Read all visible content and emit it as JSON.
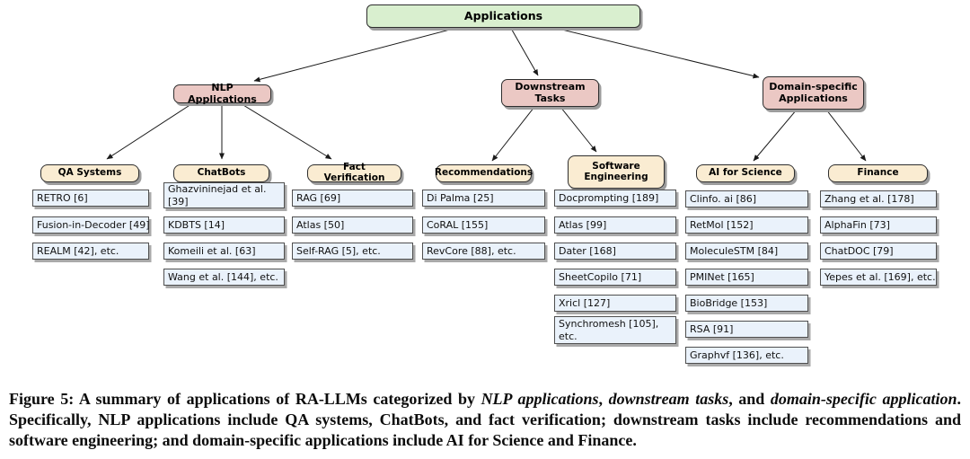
{
  "figure": {
    "root": {
      "label": "Applications"
    },
    "branches": [
      {
        "label": "NLP Applications"
      },
      {
        "label": "Downstream Tasks"
      },
      {
        "label": "Domain-specific Applications"
      }
    ],
    "groups": [
      {
        "category": "QA Systems",
        "items": [
          "RETRO [6]",
          "Fusion-in-Decoder [49]",
          "REALM [42], etc."
        ]
      },
      {
        "category": "ChatBots",
        "items": [
          "Ghazvininejad et al. [39]",
          "KDBTS [14]",
          "Komeili et al. [63]",
          "Wang et al. [144], etc."
        ]
      },
      {
        "category": "Fact Verification",
        "items": [
          "RAG [69]",
          "Atlas [50]",
          "Self-RAG [5], etc."
        ]
      },
      {
        "category": "Recommendations",
        "items": [
          "Di Palma [25]",
          "CoRAL [155]",
          "RevCore [88], etc."
        ]
      },
      {
        "category": "Software Engineering",
        "items": [
          "Docprompting [189]",
          "Atlas [99]",
          "Dater [168]",
          "SheetCopilo [71]",
          "Xricl [127]",
          "Synchromesh [105], etc."
        ]
      },
      {
        "category": "AI for Science",
        "items": [
          "Clinfo. ai [86]",
          "RetMol [152]",
          "MoleculeSTM [84]",
          "PMINet [165]",
          "BioBridge [153]",
          "RSA [91]",
          "Graphvf [136], etc."
        ]
      },
      {
        "category": "Finance",
        "items": [
          "Zhang et al. [178]",
          "AlphaFin [73]",
          "ChatDOC [79]",
          "Yepes et al. [169], etc."
        ]
      }
    ],
    "colors": {
      "root_fill": "#d9efcf",
      "branch_fill": "#ebc8c4",
      "category_fill": "#faecd2",
      "leaf_fill": "#eaf2fb",
      "line": "#1a1a1a"
    }
  },
  "caption": {
    "segments": [
      {
        "text": "Figure 5: A summary of applications of RA-LLMs categorized by ",
        "style": "bold"
      },
      {
        "text": "NLP applications",
        "style": "bolditalic"
      },
      {
        "text": ", ",
        "style": "bold"
      },
      {
        "text": "downstream tasks",
        "style": "bolditalic"
      },
      {
        "text": ", and ",
        "style": "bold"
      },
      {
        "text": "domain-specific application",
        "style": "bolditalic"
      },
      {
        "text": ". Specifically, NLP applications include QA systems, ChatBots, and fact verification; downstream tasks include recommendations and software engineering; and domain-specific applications include AI for Science and Finance.",
        "style": "bold"
      }
    ]
  }
}
